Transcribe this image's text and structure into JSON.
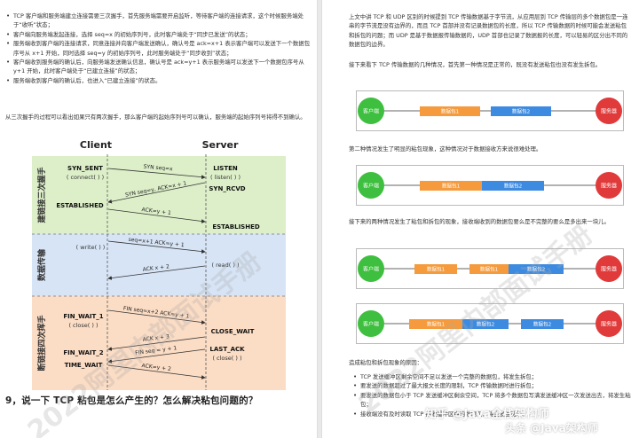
{
  "left_page": {
    "bullets_top": [
      "TCP 客户端和服务端建立连接需要三次握手，首先服务端需要开启监听，等待客户端的连接请求，这个时候服务端处于“收听”状态；",
      "客户端向服务端发起连接，选择 seq=x 的初始序列号，此时客户端处于“同步已发送”的状态；",
      "服务端收到客户端的连接请求，同意连接并向客户端发送确认，确认号是 ack=x+1 表示客户端可以发送下一个数据包序号从 x+1 开始，同时选择 seq=y 的初始序列号，此时服务端处于“同步收到”状态；",
      "客户端收到服务端的确认后，向服务端发送确认信息，确认号是 ack=y+1 表示服务端可以发送下一个数据包序号从 y+1 开始，此时客户端处于“已建立连接”的状态；",
      "服务端收到客户端的确认后，也进入“已建立连接”的状态。"
    ],
    "para": "从三次握手的过程可以看出如果只有两次握手，那么客户端的起始序列号可以确认，服务端的起始序列号将得不到确认。",
    "heading": "9，说一下 TCP 粘包是怎么产生的？怎么解决粘包问题的？",
    "watermark": "2022阿里内部面试手册"
  },
  "diagram": {
    "client": "Client",
    "server": "Server",
    "sections": [
      "建链接三次握手",
      "数据传输",
      "断链接四次挥手"
    ],
    "states": {
      "syn_sent": "SYN_SENT",
      "connect": "( connect( ) )",
      "listen": "LISTEN",
      "listen_sub": "( listen( ) )",
      "syn_rcvd": "SYN_RCVD",
      "established": "ESTABLISHED",
      "established_s": "ESTABLISHED",
      "write": "( write( ) )",
      "read": "( read( ) )",
      "fin_wait_1": "FIN_WAIT_1",
      "close_c": "( close( ) )",
      "close_wait": "CLOSE_WAIT",
      "fin_wait_2": "FIN_WAIT_2",
      "last_ack": "LAST_ACK",
      "close_s": "( close( ) )",
      "time_wait": "TIME_WAIT"
    },
    "arrows": {
      "a1": "SYN seq=x",
      "a2": "SYN seq=y, ACK=x + 1",
      "a3": "ACK=y + 1",
      "a4": "seq=x+1 ACK=y + 1",
      "a5": "ACK x + 2",
      "a6": "FIN seq=x+2 ACK=y + 1",
      "a7": "ACK x + 3",
      "a8": "FIN seq = y + 1",
      "a9": "ACK=y + 2"
    }
  },
  "right_page": {
    "para1": "上文中讲 TCP 和 UDP 区别的时候提到 TCP 传输数据基于字节流，从应用层到 TCP 传输层的多个数据包是一连串的字节流是没有边界的，而且 TCP 首部并没有记录数据包的长度，所以 TCP 传输数据的时候可能会发送粘包和拆包的问题；而 UDP 是基于数据报传输数据的，UDP 首部也记录了数据报的长度，可以轻易的区分出不同的数据包的边界。",
    "para2": "接下来看下 TCP 传输数据的几种情况，首先第一种情况是正常的，既没有发送粘包也没有发生拆包。",
    "para3": "第二种情况发生了明显的粘包现象，这种情况对于数据接收方来说很难处理。",
    "para4": "接下来的两种情况发生了粘包和拆包的现象，接收端收到的数据包要么是不完整的要么是多出来一块儿。",
    "causes_title": "造成粘包和拆包现象的原因：",
    "causes": [
      "TCP 发送缓冲区剩余空间不足以发送一个完整的数据包，将发生拆包；",
      "要发送的数据超过了最大报文长度的限制，TCP 传输数据时进行拆包；",
      "要发送的数据包小于 TCP 发送缓冲区剩余空间，TCP 将多个数据包写满发送缓冲区一次发送出去，将发生粘包；",
      "接收端没有及时读取 TCP 接收缓冲区中的数据包，将会发生粘包。"
    ],
    "client": "客户端",
    "server": "服务器",
    "pkt1": "数据包1",
    "pkt2": "数据包2",
    "watermark": "2022阿里内部面试手册",
    "zhihu": "知乎 @Java全栈架构师",
    "toutiao": "头条 @Java架构师",
    "colors": {
      "client": "#3fbf3f",
      "server": "#e03a3a",
      "pkt1": "#f59b3d",
      "pkt2": "#3d8be0"
    }
  }
}
